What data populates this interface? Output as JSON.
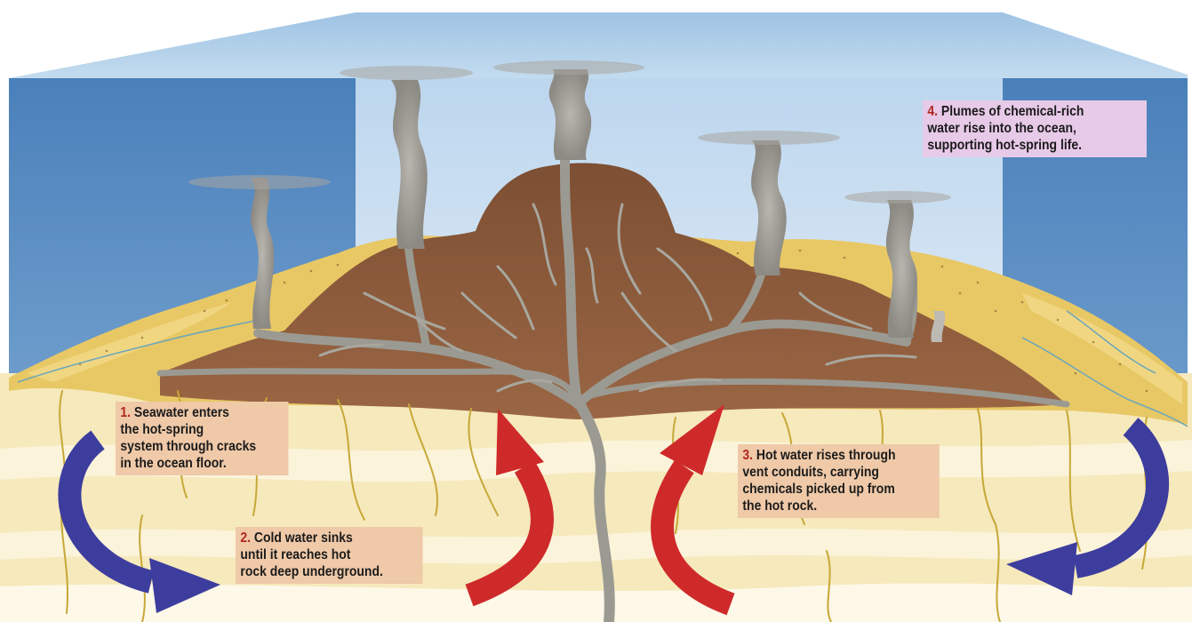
{
  "steps": [
    {
      "number": "1.",
      "text": "Seawater enters\nthe hot-spring\nsystem through cracks\n in the ocean floor."
    },
    {
      "number": "2.",
      "text": "Cold water sinks\nuntil it reaches hot\nrock deep underground."
    },
    {
      "number": "3.",
      "text": "Hot water rises through\nvent conduits, carrying\nchemicals picked up from\nthe hot rock."
    },
    {
      "number": "4.",
      "text": "Plumes of chemical-rich\nwater rise into the ocean,\nsupporting hot-spring life."
    }
  ],
  "colors": {
    "ocean_front": "#4f86be",
    "ocean_top": "#a9cbe6",
    "ocean_back": "#c9def0",
    "sand": "#e6c862",
    "sediment": "#f6e9bc",
    "rock": "#8a5a3a",
    "conduit": "#9b9a92",
    "cold_arrow": "#3d3d9e",
    "hot_arrow": "#cf2a2a",
    "callout_tan": "#efc9a8",
    "callout_lavender": "#e7c9e8"
  }
}
